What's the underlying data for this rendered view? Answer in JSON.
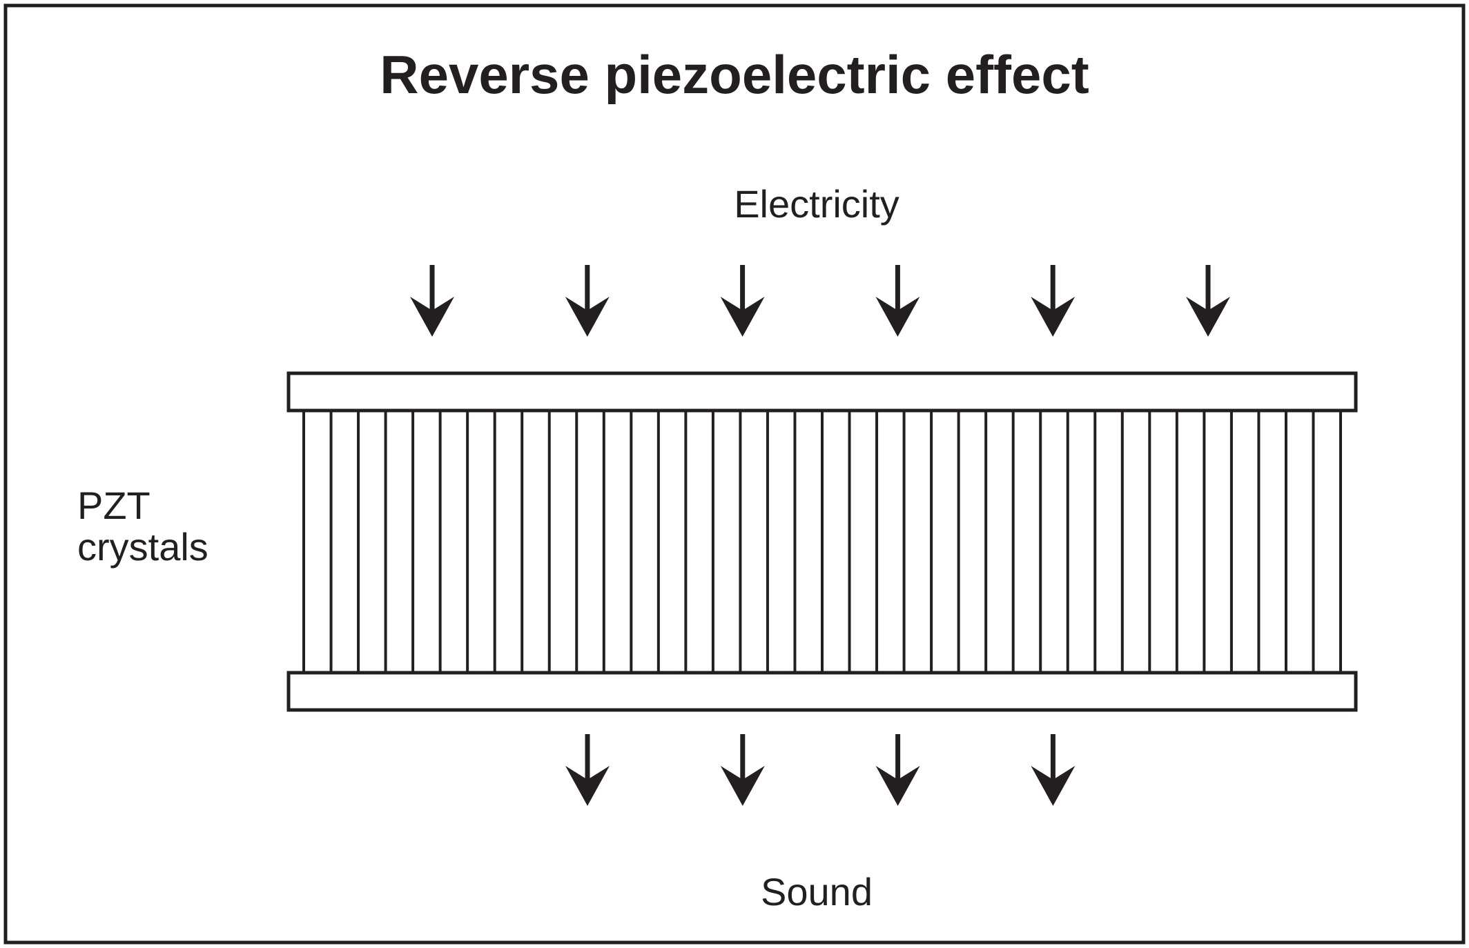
{
  "diagram": {
    "title": "Reverse piezoelectric effect",
    "input_label": "Electricity",
    "output_label": "Sound",
    "crystal_label_line1": "PZT",
    "crystal_label_line2": "crystals",
    "input_arrow_count": 6,
    "output_arrow_count": 4,
    "crystal_count": 39
  },
  "colors": {
    "ink": "#231f20",
    "background": "#ffffff"
  }
}
